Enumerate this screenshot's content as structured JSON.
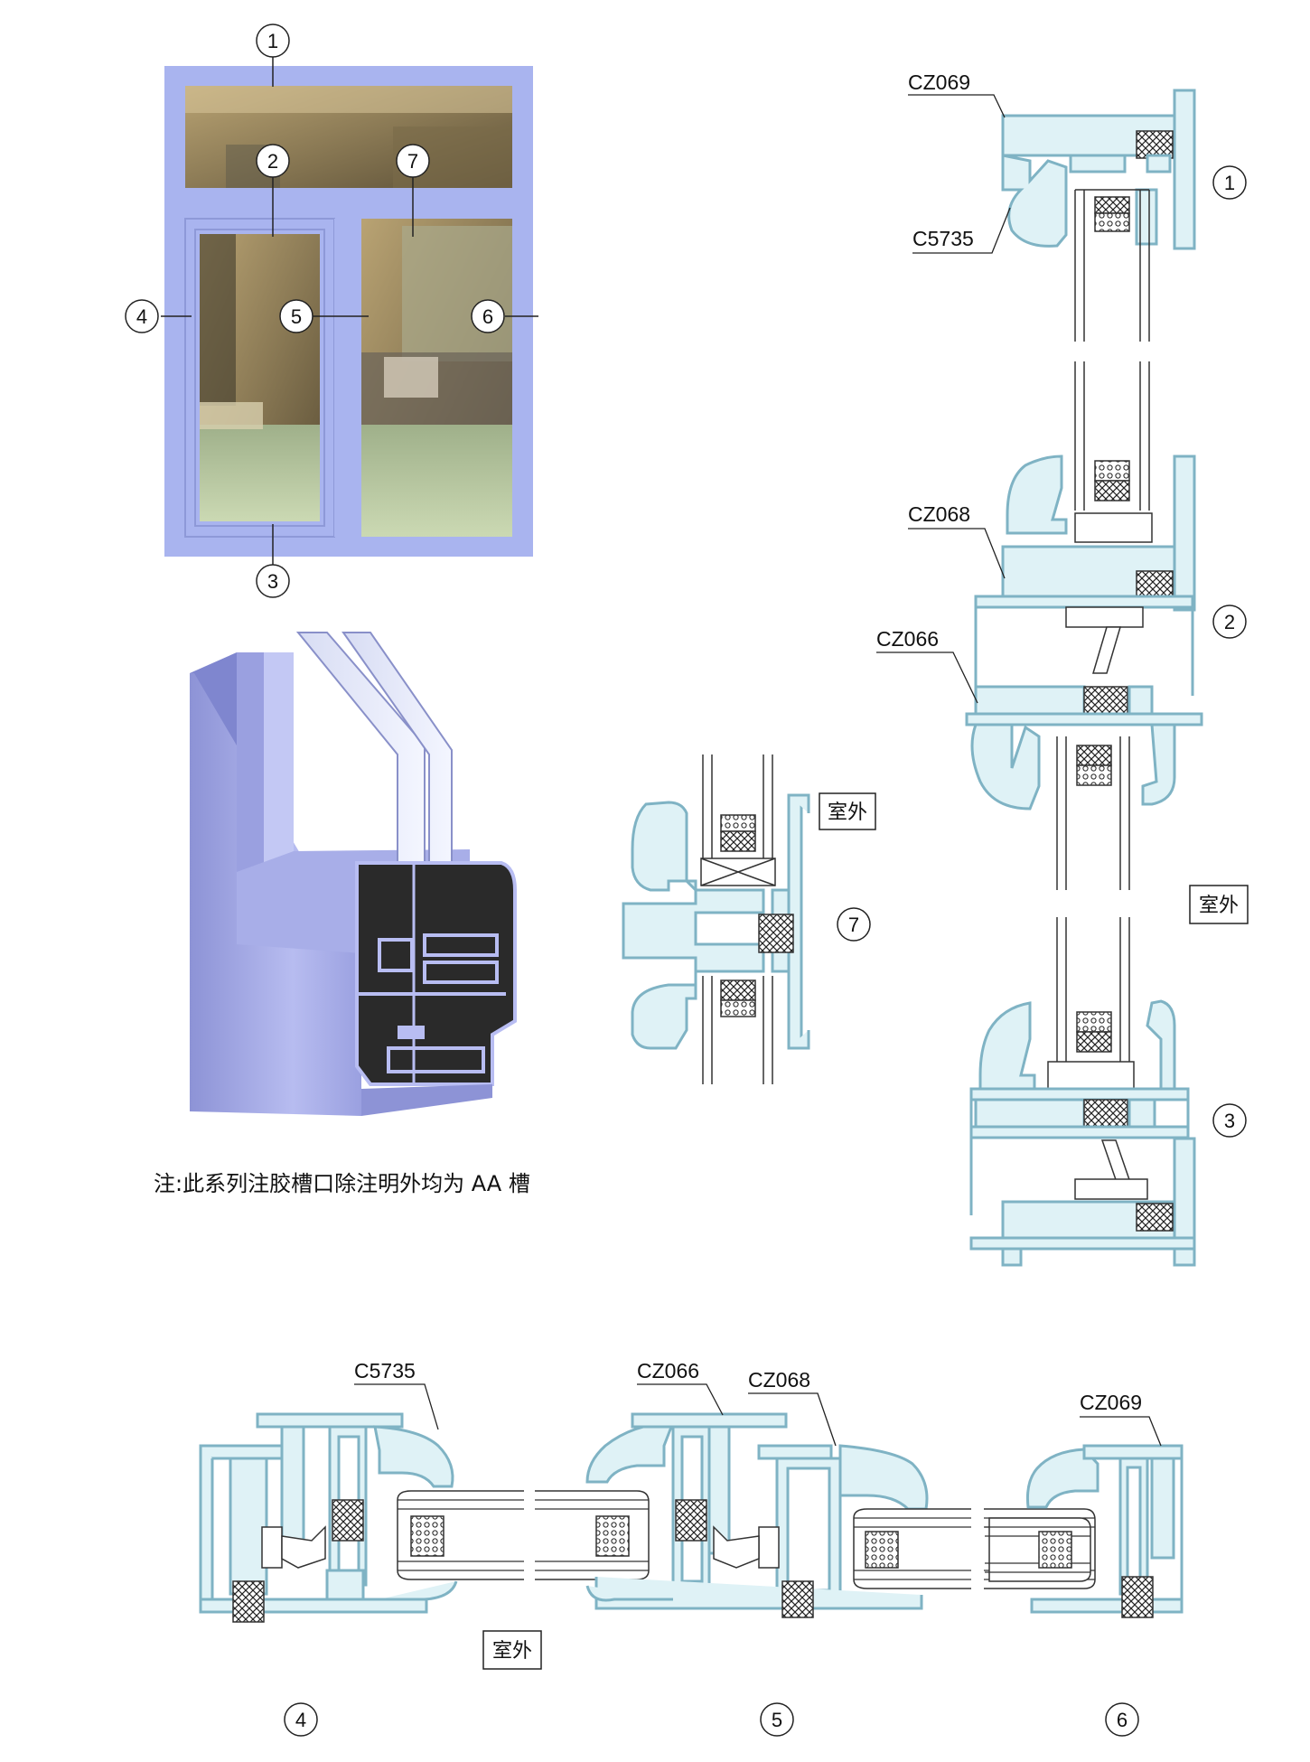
{
  "callout_numbers": [
    "1",
    "2",
    "3",
    "4",
    "5",
    "6",
    "7"
  ],
  "part_labels": {
    "cz069": "CZ069",
    "c5735": "C5735",
    "cz068": "CZ068",
    "cz066": "CZ066"
  },
  "outdoor_label": "室外",
  "note": "注:此系列注胶槽口除注明外均为 AA 槽",
  "colors": {
    "frame_fill": "#dff2f6",
    "frame_stroke": "#7fb3c4",
    "window_frame": "#a9b4ef",
    "profile_3d": "#a8aee8",
    "gasket": "#333333"
  }
}
